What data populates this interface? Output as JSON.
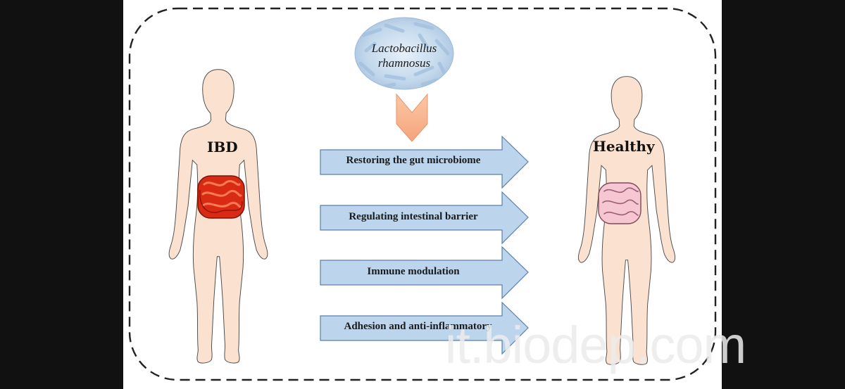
{
  "diagram": {
    "bacteria_label_line1": "Lactobacillus",
    "bacteria_label_line2": "rhamnosus",
    "left_body_label": "IBD",
    "right_body_label": "Healthy",
    "mechanisms": [
      "Restoring the gut microbiome",
      "Regulating intestinal barrier",
      "Immune modulation",
      "Adhesion and anti-inflammatory"
    ]
  },
  "watermark": "it.biodep.com",
  "colors": {
    "skin": "#fbe1d0",
    "skin_outline": "#4a4a4a",
    "arrow_fill": "#bcd4ec",
    "arrow_stroke": "#5a7fb0",
    "chevron": "#f8b891",
    "ibd_gut": "#e8361c",
    "healthy_gut": "#f5c3cf",
    "bacteria": "#c9dcee"
  }
}
